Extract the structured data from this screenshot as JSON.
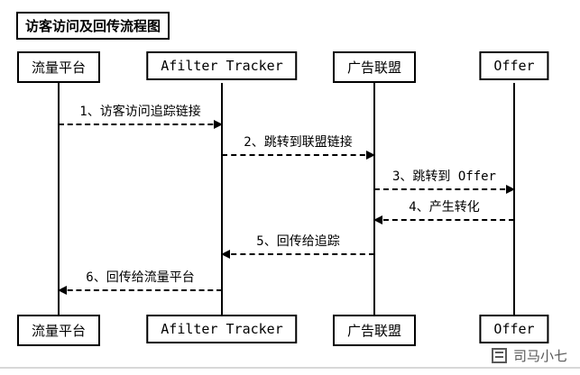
{
  "title": "访客访问及回传流程图",
  "actors": [
    "流量平台",
    "Afilter Tracker",
    "广告联盟",
    "Offer"
  ],
  "messages": [
    {
      "label": "1、访客访问追踪链接",
      "from": "流量平台",
      "to": "Afilter Tracker",
      "direction": "right"
    },
    {
      "label": "2、跳转到联盟链接",
      "from": "Afilter Tracker",
      "to": "广告联盟",
      "direction": "right"
    },
    {
      "label": "3、跳转到 Offer",
      "from": "广告联盟",
      "to": "Offer",
      "direction": "right"
    },
    {
      "label": "4、产生转化",
      "from": "Offer",
      "to": "广告联盟",
      "direction": "left"
    },
    {
      "label": "5、回传给追踪",
      "from": "广告联盟",
      "to": "Afilter Tracker",
      "direction": "left"
    },
    {
      "label": "6、回传给流量平台",
      "from": "Afilter Tracker",
      "to": "流量平台",
      "direction": "left"
    }
  ],
  "watermark": {
    "text": "司马小七"
  },
  "colors": {
    "line": "#000000",
    "background": "#ffffff",
    "watermark_text": "#595959"
  }
}
